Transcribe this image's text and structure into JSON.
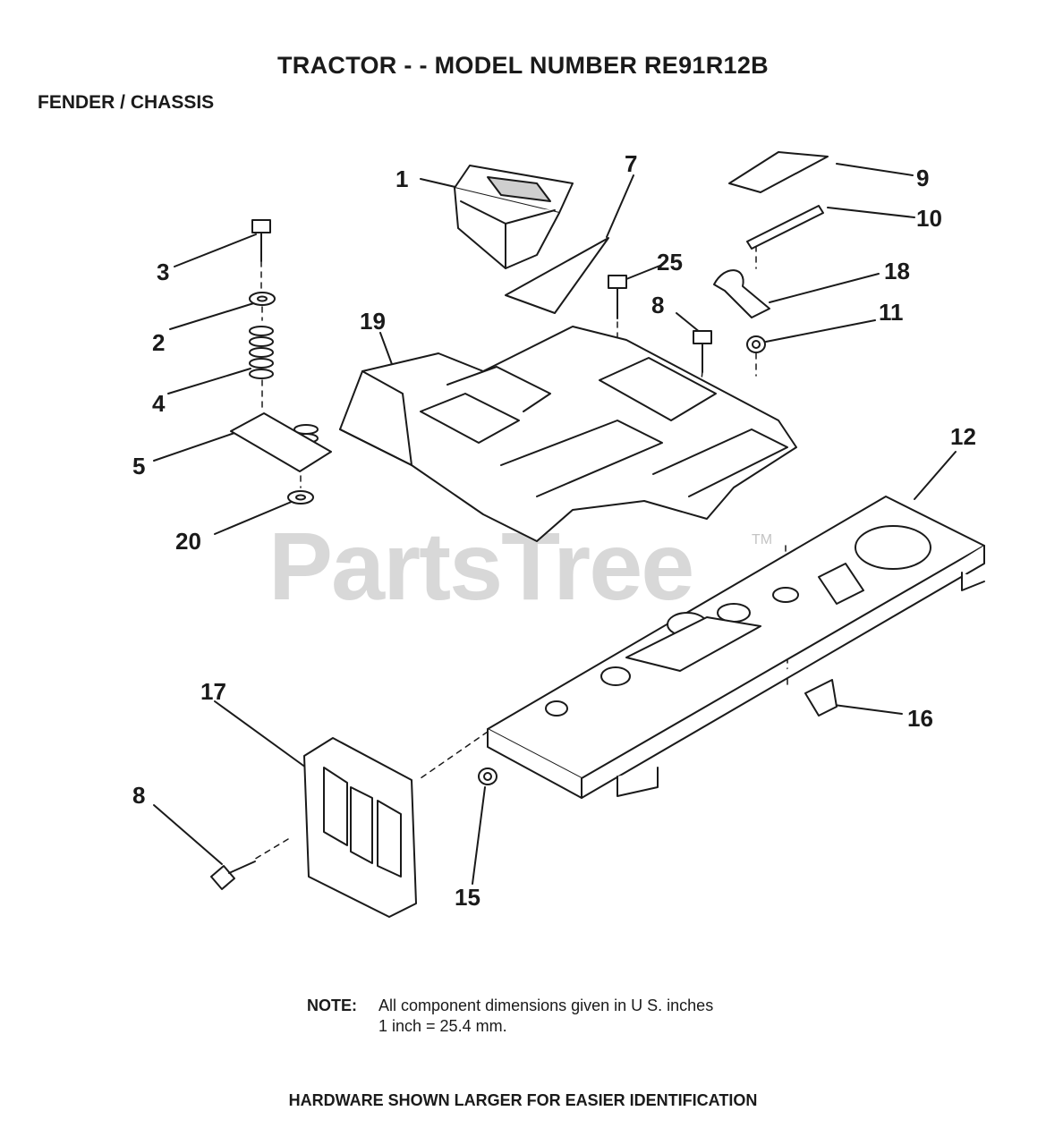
{
  "title": "TRACTOR - - MODEL NUMBER RE91R12B",
  "section": "FENDER / CHASSIS",
  "callouts": {
    "p1": "1",
    "p7": "7",
    "p9": "9",
    "p10": "10",
    "p3": "3",
    "p25": "25",
    "p18": "18",
    "p8a": "8",
    "p11": "11",
    "p2": "2",
    "p19": "19",
    "p4": "4",
    "p5": "5",
    "p12": "12",
    "p20": "20",
    "p17": "17",
    "p16": "16",
    "p8b": "8",
    "p15": "15"
  },
  "note": {
    "label": "NOTE:",
    "line1": "All component dimensions given in U S. inches",
    "line2": "1 inch = 25.4 mm."
  },
  "footer": "HARDWARE SHOWN LARGER FOR EASIER IDENTIFICATION",
  "watermark": {
    "text": "PartsTree",
    "tm": "TM"
  }
}
